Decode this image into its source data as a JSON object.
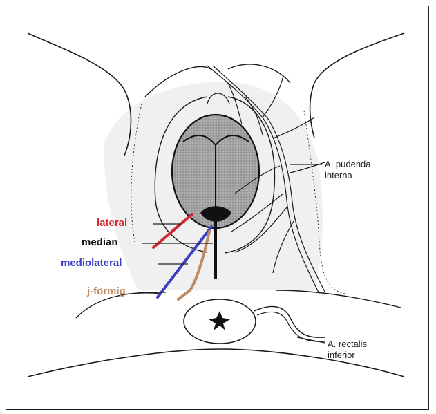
{
  "incisions": [
    {
      "label": "lateral",
      "color": "#d22630"
    },
    {
      "label": "median",
      "color": "#111111"
    },
    {
      "label": "mediolateral",
      "color": "#3a3fc4"
    },
    {
      "label": "j-förmig",
      "color": "#c08a60"
    }
  ],
  "annotations": {
    "pudenda": [
      "A. pudenda",
      "interna"
    ],
    "rectalis": [
      "A. rectalis",
      "inferior"
    ]
  },
  "colors": {
    "tissue_gray": "#9a9a9a",
    "outline": "#1a1a1a",
    "shading": "#ececec"
  }
}
